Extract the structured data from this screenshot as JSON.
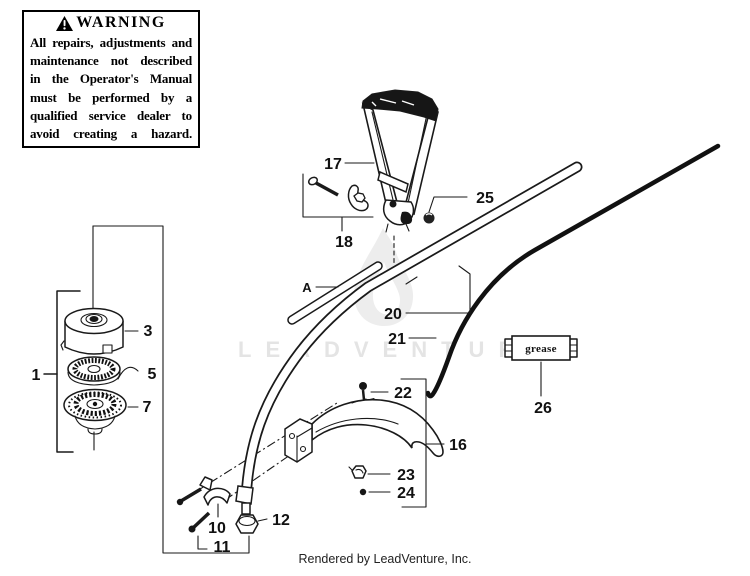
{
  "warning_box": {
    "title": "WARNING",
    "lines": [
      "All repairs, adjustments and",
      "maintenance not described",
      "in the Operator's Manual",
      "must be performed by a",
      "qualified service dealer to",
      "avoid creating a hazard."
    ]
  },
  "diagram": {
    "watermark": "LEADVENTURE",
    "labels": {
      "p1": "1",
      "p3": "3",
      "p5": "5",
      "p7": "7",
      "p10": "10",
      "p11": "11",
      "p12": "12",
      "p16": "16",
      "p17": "17",
      "p18": "18",
      "p20": "20",
      "p21": "21",
      "p22": "22",
      "p23": "23",
      "p24": "24",
      "p25": "25",
      "p26": "26",
      "section_a": "A",
      "grease_text": "grease"
    }
  },
  "footer": {
    "text": "Rendered by LeadVenture, Inc."
  },
  "colors": {
    "line": "#1a1a1a",
    "watermark": "#e4e4e4",
    "background": "#ffffff"
  }
}
